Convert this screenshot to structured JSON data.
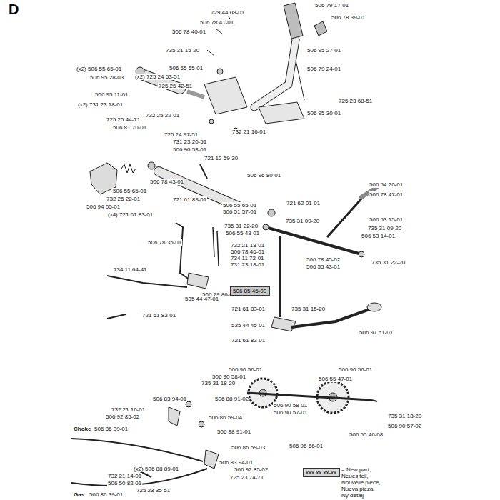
{
  "diagram": {
    "title": "D",
    "nodes": [
      {
        "text": [
          "506 85 45-03"
        ]
      },
      {
        "text": [
          "xxx xx xx-xx"
        ]
      }
    ],
    "labels": [
      "729 44 08-01",
      "506 79 17-01",
      "506 78 39-01",
      "506 78 41-01",
      "506 78 40-01",
      "735 31 15-20",
      "506 95 27-01",
      "506 55 65-01",
      "(x2) 506 55 65-01",
      "506 79 24-01",
      "(x2) 725 24 53-51",
      "506 95 28-03",
      "725 25 42-51",
      "506 95 11-01",
      "725 23 68-51",
      "(x2) 731 23 18-01",
      "506 95 30-01",
      "732 25 22-01",
      "725 25 44-71",
      "506 81 70-01",
      "732 21 16-01",
      "725 24 97-51",
      "731 23 20-51",
      "506 90 53-01",
      "721 12 59-30",
      "506 96 80-01",
      "506 78 43-01",
      "506 54 20-01",
      "506 55 65-01",
      "732 25 22-01",
      "721 61 83-01",
      "506 94 05-01",
      "721 62 01-01",
      "506 78 47-01",
      "506 55 65-01",
      "506 51 57-01",
      "(x4) 721 61 83-01",
      "735 31 09-20",
      "506 53 15-01",
      "735 31 22-20",
      "735 31 09-20",
      "506 55 43-01",
      "506 53 14-01",
      "506 78 35-01",
      "732 21 18-01",
      "506 78 46-01",
      "734 11 72-01",
      "506 78 45-02",
      "735 31 22-20",
      "731 23 18-01",
      "506 55 43-01",
      "734 11 64-41",
      "506 79 86-01",
      "535 44 47-01",
      "721 61 83-01",
      "735 31 15-20",
      "721 61 83-01",
      "535 44 45-01",
      "506 97 51-01",
      "721 61 83-01",
      "506 90 56-01",
      "506 90 56-01",
      "506 90 58-01",
      "506 55 47-01",
      "735 31 18-20",
      "506 83 94-01",
      "506 88 91-02",
      "506 90 58-01",
      "506 90 57-01",
      "732 21 16-01",
      "735 31 18-20",
      "506 92 85-02",
      "506 86 59-04",
      "506 90 57-02",
      "Choke",
      "506 86 39-01",
      "506 88 91-01",
      "506 55 46-08",
      "506 96 66-01",
      "506 86 59-03",
      "506 83 94-01",
      "(x2) 506 88 89-01",
      "506 92 85-02",
      "732 21 14-01",
      "506 50 82-01",
      "725 23 35-51",
      "Gas",
      "506 86 39-01",
      "725 23 74-71",
      "= New part,",
      "Neues teil,",
      "Nouvelle piece,",
      "Nueva pieza,",
      "Ny detalj"
    ]
  }
}
